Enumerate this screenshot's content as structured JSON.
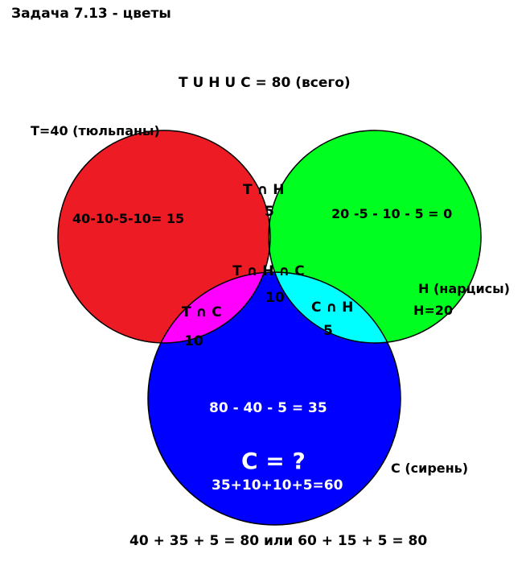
{
  "title": "Задача 7.13 - цветы",
  "union_label": "T U H U C = 80  (всего)",
  "sets": {
    "t": {
      "name": "T=40 (тюльпаны)",
      "color": "#ed1c24",
      "formula": "40-10-5-10= 15"
    },
    "h": {
      "name": "H (нарцисы)",
      "value": "H=20",
      "color": "#00ff21",
      "formula": "20 -5 - 10 - 5 = 0"
    },
    "c": {
      "name": "C (сирень)",
      "color": "#0000ff",
      "formula": "80 - 40 - 5 = 35",
      "question": "C = ?",
      "sum": "35+10+10+5=60"
    }
  },
  "intersections": {
    "th": {
      "label": "T ∩ H",
      "value": "5",
      "color": "#ffee00"
    },
    "tc": {
      "label": "T ∩ C",
      "value": "10",
      "color": "#ff00ff"
    },
    "ch": {
      "label": "C ∩ H",
      "value": "5",
      "color": "#00ffff"
    },
    "thc": {
      "label": "T ∩ H ∩ C",
      "value": "10",
      "color": "#ffffff"
    }
  },
  "footer": "40 + 35 + 5 = 80  или  60 + 15 + 5 = 80"
}
